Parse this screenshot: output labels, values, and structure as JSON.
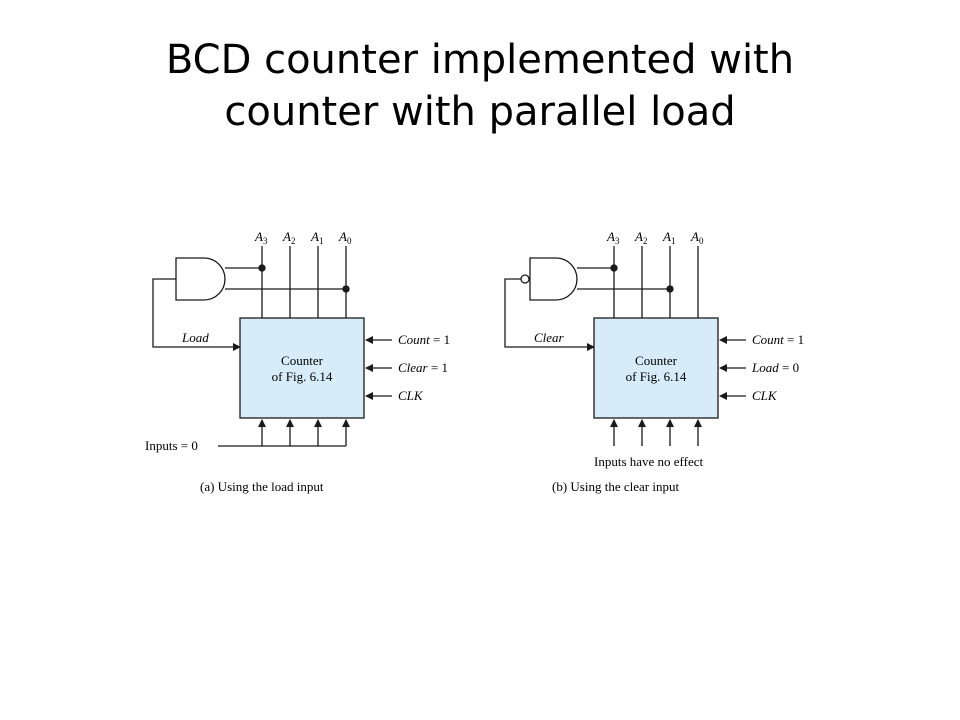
{
  "slide": {
    "title_line1": "BCD counter implemented with",
    "title_line2": "counter with parallel load"
  },
  "colors": {
    "counter_fill": "#d6ecf8",
    "line": "#1a1a1a",
    "text": "#000000"
  },
  "diagram_a": {
    "outputs": [
      "A",
      "A",
      "A",
      "A"
    ],
    "output_subscripts": [
      "3",
      "2",
      "1",
      "0"
    ],
    "counter_line1": "Counter",
    "counter_line2": "of Fig. 6.14",
    "feedback_label": "Load",
    "count_label": "Count",
    "count_value": "= 1",
    "control_label": "Clear",
    "control_value": "= 1",
    "clk_label": "CLK",
    "inputs_label": "Inputs = 0",
    "caption": "(a) Using the load input"
  },
  "diagram_b": {
    "outputs": [
      "A",
      "A",
      "A",
      "A"
    ],
    "output_subscripts": [
      "3",
      "2",
      "1",
      "0"
    ],
    "counter_line1": "Counter",
    "counter_line2": "of Fig. 6.14",
    "feedback_label": "Clear",
    "count_label": "Count",
    "count_value": "= 1",
    "control_label": "Load",
    "control_value": "= 0",
    "clk_label": "CLK",
    "inputs_label": "Inputs have no effect",
    "caption": "(b) Using the clear input"
  }
}
